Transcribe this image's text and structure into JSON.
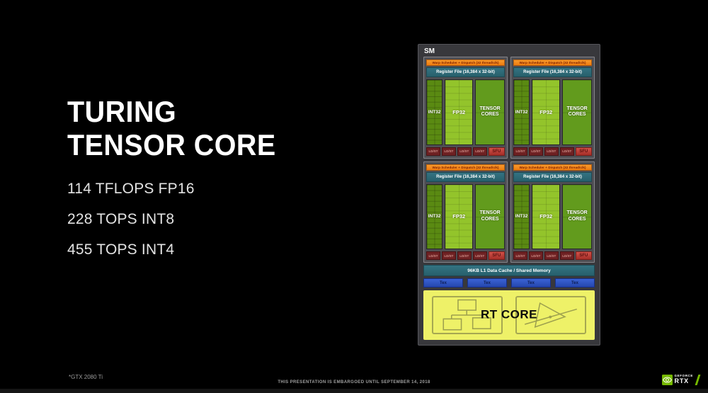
{
  "slide": {
    "title": {
      "line1": "TURING",
      "line2": "TENSOR CORE"
    },
    "specs": [
      "114 TFLOPS FP16",
      "228 TOPS INT8",
      "455 TOPS INT4"
    ],
    "footnote": "*GTX 2080 Ti",
    "embargo_notice": "THIS PRESENTATION IS EMBARGOED UNTIL SEPTEMBER 14, 2018"
  },
  "sm_diagram": {
    "label": "SM",
    "partition": {
      "warp_scheduler_label": "Warp Scheduler + Dispatch (32 thread/clk)",
      "register_file_label": "Register File (16,384 x 32-bit)",
      "int32_label": "INT32",
      "fp32_label": "FP32",
      "tensor_label": "TENSOR CORES",
      "ldst_label": "LD/ST",
      "sfu_label": "SFU"
    },
    "l1_label": "96KB L1 Data Cache / Shared Memory",
    "tex_label": "Tex",
    "rt_core_label": "RT CORE",
    "icons": {
      "left": "bvh-tree-icon",
      "right": "ray-triangle-icon"
    }
  },
  "logo": {
    "geforce": "GEFORCE",
    "rtx": "RTX"
  },
  "colors": {
    "background": "#000000",
    "nvidia_green": "#76b900",
    "warp_orange": "#f0881e",
    "register_teal": "#2d6b76",
    "int32_green": "#5a8a12",
    "fp32_green": "#93c42b",
    "tensor_green": "#629b1d",
    "ldst_red": "#6e2123",
    "sfu_red": "#c04038",
    "tex_blue": "#2e55be",
    "rt_yellow": "#eef168",
    "diagram_gray": "#4e4e53"
  }
}
